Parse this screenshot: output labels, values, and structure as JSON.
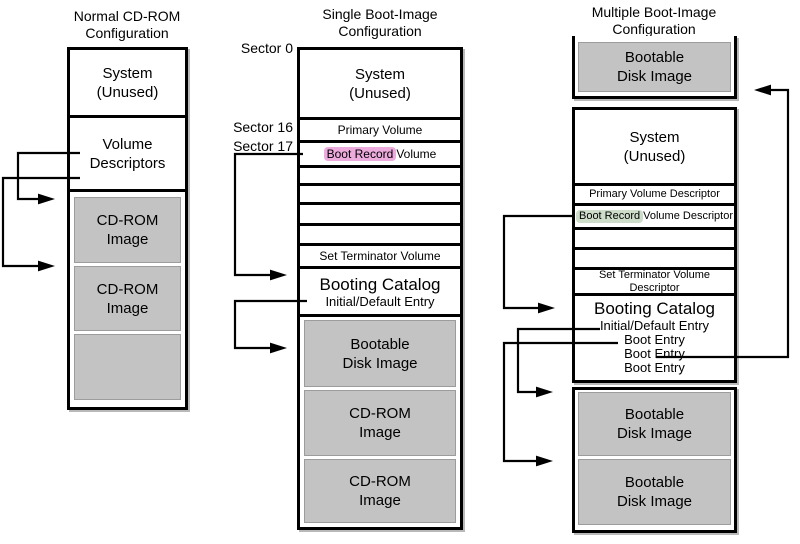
{
  "colors": {
    "gray_fill": "#c3c3c3",
    "pink_highlight": "#ecaadd",
    "green_highlight": "#cedcca",
    "line": "#000000"
  },
  "col1": {
    "title_l1": "Normal CD-ROM",
    "title_l2": "Configuration",
    "system_l1": "System",
    "system_l2": "(Unused)",
    "volume_l1": "Volume",
    "volume_l2": "Descriptors",
    "cdrom_l1": "CD-ROM",
    "cdrom_l2": "Image"
  },
  "col2": {
    "title_l1": "Single Boot-Image",
    "title_l2": "Configuration",
    "sector0": "Sector 0",
    "sector16": "Sector 16",
    "sector17": "Sector 17",
    "system_l1": "System",
    "system_l2": "(Unused)",
    "primary_volume": "Primary Volume",
    "boot_record": "Boot Record",
    "boot_record_suffix": " Volume",
    "set_terminator": "Set Terminator Volume",
    "booting_catalog": "Booting Catalog",
    "initial_default": "Initial/Default Entry",
    "bootable_l1": "Bootable",
    "bootable_l2": "Disk Image",
    "cdrom_l1": "CD-ROM",
    "cdrom_l2": "Image"
  },
  "col3": {
    "title_l1": "Multiple Boot-Image",
    "title_l2": "Configuration",
    "bootable_l1": "Bootable",
    "bootable_l2": "Disk Image",
    "system_l1": "System",
    "system_l2": "(Unused)",
    "primary_volume": "Primary Volume Descriptor",
    "boot_record": "Boot Record",
    "boot_record_suffix": " Volume Descriptor",
    "set_terminator": "Set Terminator Volume Descriptor",
    "booting_catalog": "Booting Catalog",
    "initial_default": "Initial/Default Entry",
    "boot_entry_1": "Boot Entry",
    "boot_entry_2": "Boot Entry",
    "boot_entry_3": "Boot Entry"
  }
}
